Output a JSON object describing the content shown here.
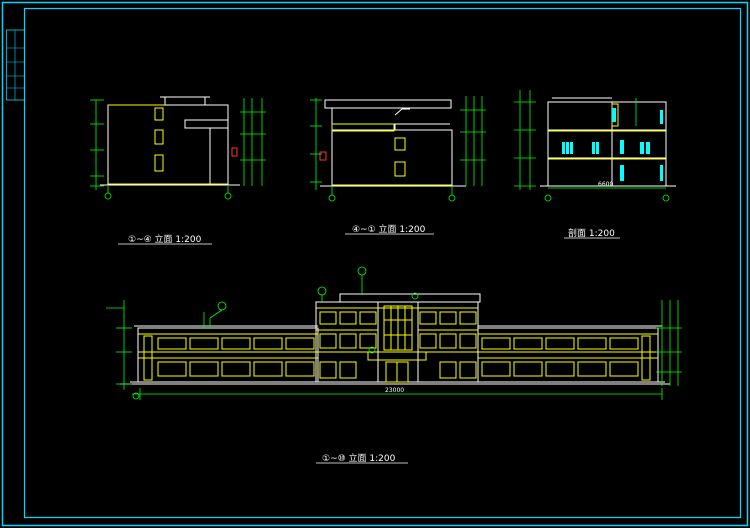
{
  "colors": {
    "background": "#000000",
    "frame": "#00d8ff",
    "outline": "#ffffff",
    "wall": "#ffff00",
    "dimension": "#00ff00",
    "accent_red": "#ff3030",
    "accent_cyan": "#00ffff"
  },
  "titles": {
    "left_elevation": "①~④ 立面 1:200",
    "right_elevation": "④~① 立面 1:200",
    "section": "剖面 1:200",
    "front_elevation": "①~⑩ 立面 1:200"
  },
  "dimensions": {
    "section_width": "6600",
    "front_width": "23000"
  }
}
